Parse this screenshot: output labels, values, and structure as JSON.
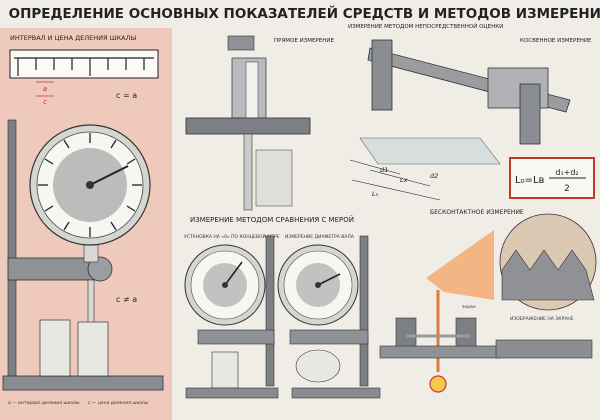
{
  "title": "ОПРЕДЕЛЕНИЕ ОСНОВНЫХ ПОКАЗАТЕЛЕЙ  СРЕДСТВ И МЕТОДОВ ИЗМЕРЕНИЯ",
  "scale_panel": {
    "heading": "ИНТЕРВАЛ И ЦЕНА ДЕЛЕНИЯ ШКАЛЫ",
    "label_a": "a",
    "label_c": "c",
    "eq": "c = a",
    "neq": "c ≠ a",
    "legend_a": "a — интервал деления шкалы",
    "legend_c": "c — цена деления шкалы"
  },
  "direct": {
    "heading": "ПРЯМОЕ ИЗМЕРЕНИЕ"
  },
  "indirect": {
    "heading": "ИЗМЕРЕНИЕ МЕТОДОМ НЕПОСРЕДСТВЕННОЙ ОЦЕНКИ",
    "sub": "КОСВЕННОЕ ИЗМЕРЕНИЕ",
    "d1": "d1",
    "d2": "d2",
    "lx": "Lx",
    "lo": "L₀",
    "formula_lhs": "L₀=Lв",
    "formula_num": "d₁+d₂",
    "formula_den": "2"
  },
  "compare": {
    "heading": "ИЗМЕРЕНИЕ МЕТОДОМ СРАВНЕНИЯ С МЕРОЙ",
    "left": "УСТАНОВКА НА «0» ПО КОНЦЕВОЙ МЕРЕ",
    "right": "ИЗМЕРЕНИЕ ДИАМЕТРА ВАЛА"
  },
  "contactless": {
    "heading": "БЕСКОНТАКТНОЕ ИЗМЕРЕНИЕ",
    "screen_label": "экран",
    "image_label": "ИЗОБРАЖЕНИЕ НА ЭКРАНЕ"
  }
}
